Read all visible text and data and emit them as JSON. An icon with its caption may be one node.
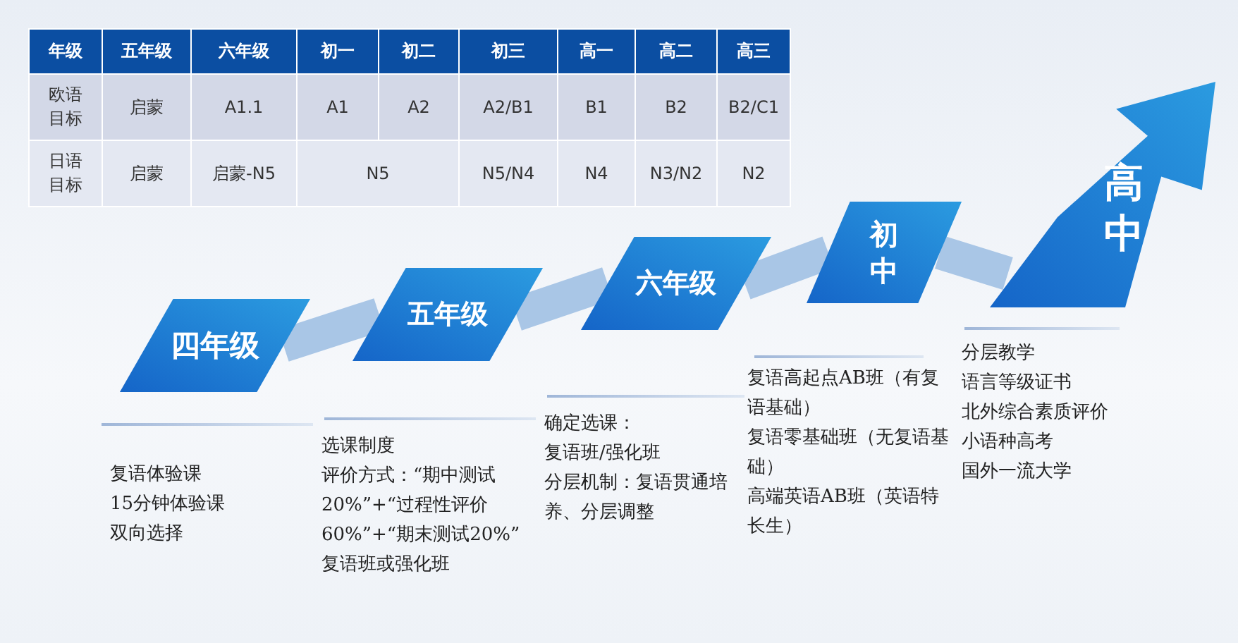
{
  "diagram": {
    "nodes": [
      {
        "text": [
          "四年级"
        ],
        "beside": [
          "复语体验课",
          "15分钟体验课",
          "双向选择"
        ]
      },
      {
        "text": [
          "五年级"
        ],
        "beside": [
          "选课制度",
          "评价方式：“期中测试20%”+“过程性评价60%”+“期末测试20%”",
          "复语班或强化班"
        ]
      },
      {
        "text": [
          "六年级"
        ],
        "beside": [
          "确定选课：",
          "复语班/强化班",
          "分层机制：复语贯通培养、分层调整"
        ]
      },
      {
        "text": [
          "初中"
        ],
        "beside": [
          "复语高起点AB班（有复语基础）",
          "复语零基础班（无复语基础）",
          "高端英语AB班（英语特长生）"
        ]
      },
      {
        "text": [
          "高中"
        ],
        "beside": [
          "分层教学",
          "语言等级证书",
          "北外综合素质评价",
          "小语种高考",
          "国外一流大学"
        ]
      }
    ],
    "edges": [
      {
        "from": 0,
        "to": 1,
        "arrow": "none"
      },
      {
        "from": 1,
        "to": 2,
        "arrow": "none"
      },
      {
        "from": 2,
        "to": 3,
        "arrow": "none"
      },
      {
        "from": 3,
        "to": 4,
        "arrow": "none"
      }
    ],
    "labels": [
      "年级",
      "五年级",
      "六年级",
      "初一",
      "初二",
      "初三",
      "高一",
      "高二",
      "高三",
      "欧语目标",
      "启蒙",
      "A1.1",
      "A1",
      "A2",
      "A2/B1",
      "B1",
      "B2",
      "B2/C1",
      "日语目标",
      "启蒙",
      "启蒙-N5",
      "N5",
      "N5/N4",
      "N4",
      "N3/N2",
      "N2"
    ]
  }
}
